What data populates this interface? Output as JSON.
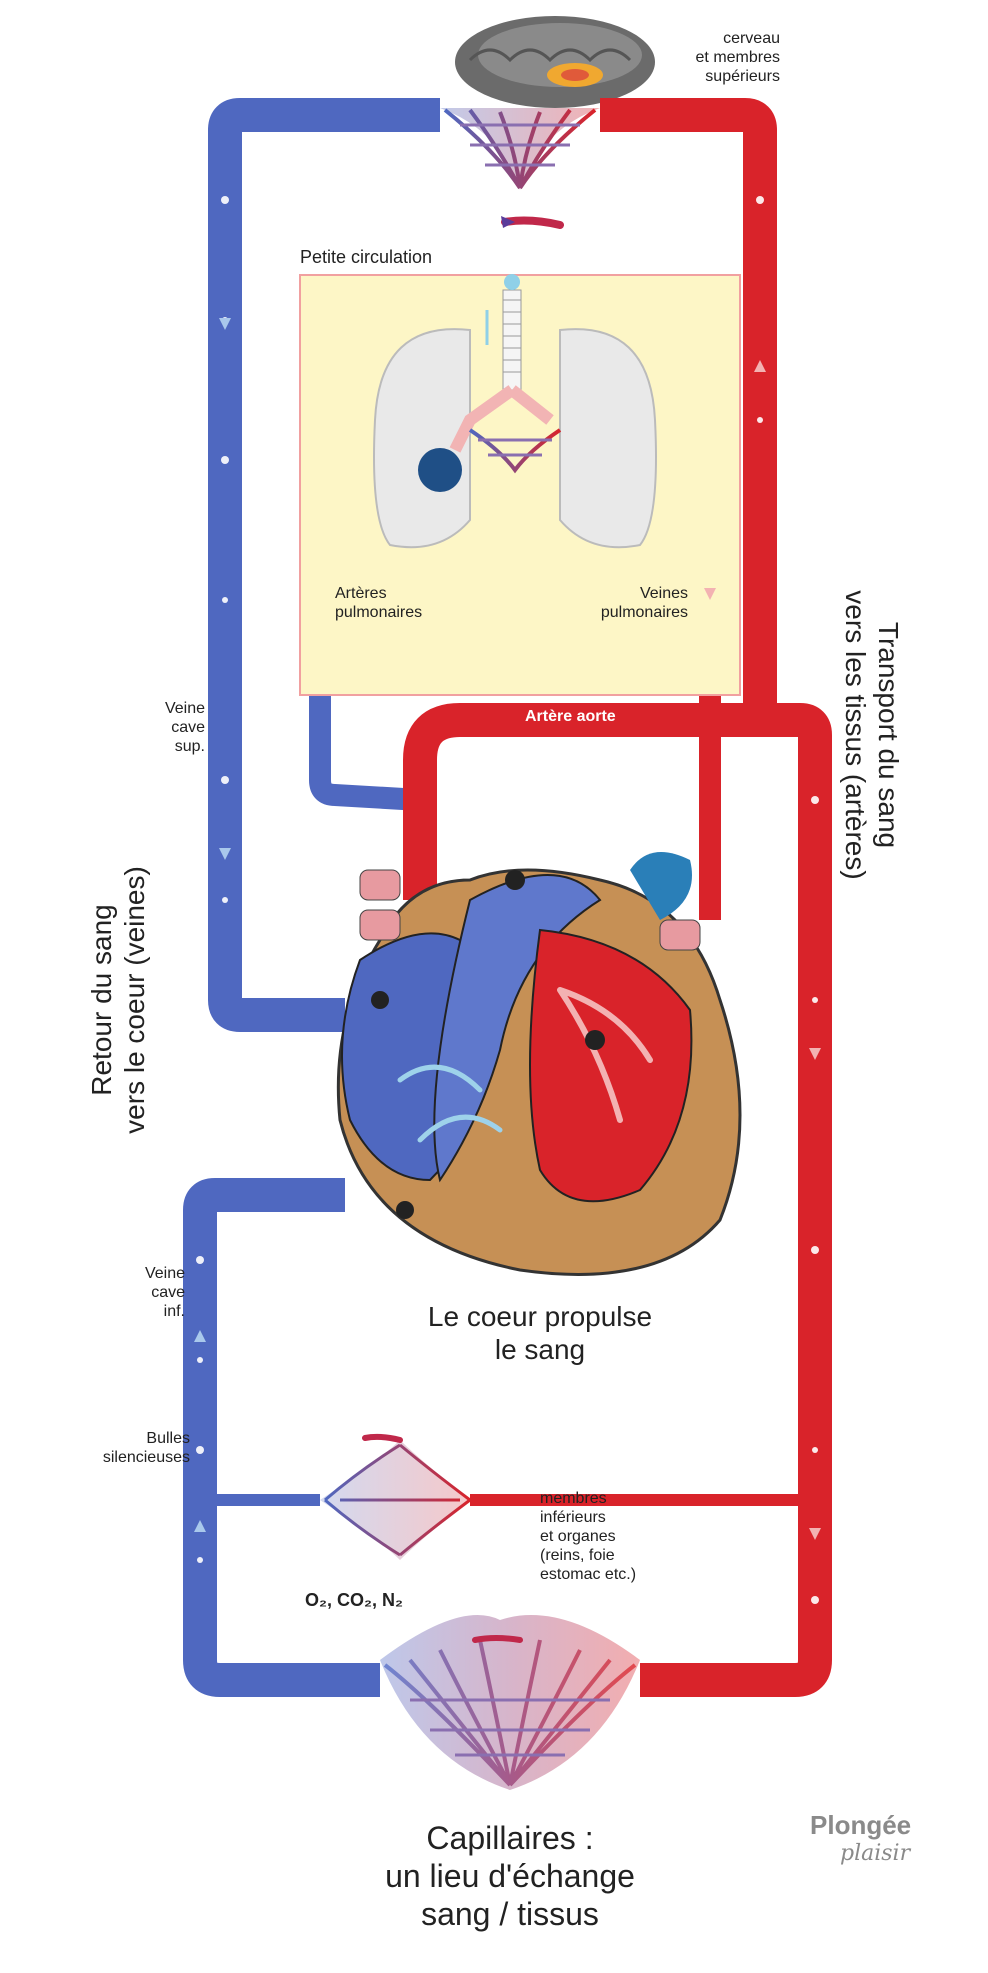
{
  "diagram": {
    "brain_label": [
      "cerveau",
      "et membres",
      "supérieurs"
    ],
    "small_circulation_title": "Petite circulation",
    "pulmonary_arteries": [
      "Artères",
      "pulmonaires"
    ],
    "pulmonary_veins": [
      "Veines",
      "pulmonaires"
    ],
    "aorta": "Artère aorte",
    "vena_cava_sup": [
      "Veine",
      "cave",
      "sup."
    ],
    "vena_cava_inf": [
      "Veine",
      "cave",
      "inf."
    ],
    "return_title": [
      "Retour du sang",
      "vers le coeur (veines)"
    ],
    "transport_title": [
      "Transport du sang",
      "vers les tissus (artères)"
    ],
    "heart_caption": [
      "Le coeur propulse",
      "le sang"
    ],
    "bubbles": [
      "Bulles",
      "silencieuses"
    ],
    "lower_body": [
      "membres",
      "inférieurs",
      "et organes",
      "(reins, foie",
      "estomac etc.)"
    ],
    "gases": "O₂, CO₂, N₂",
    "capillaries": [
      "Capillaires :",
      "un lieu d'échange",
      "sang / tissus"
    ],
    "logo": [
      "Plongée",
      "plaisir"
    ]
  },
  "colors": {
    "vein_blue": "#4f68c0",
    "artery_red": "#d9232a",
    "lung_panel": "#fdf6c6",
    "heart_outline": "#b8854b"
  }
}
